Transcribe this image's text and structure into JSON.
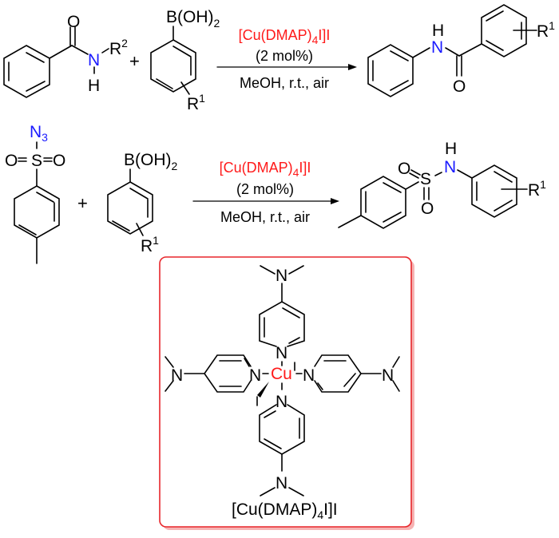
{
  "colors": {
    "heteroatom_n": "#1a1aff",
    "catalyst": "#ff1a1a",
    "box_border": "#e8262b",
    "bond": "#000000"
  },
  "reaction1": {
    "reactant1": {
      "carbonyl_o": "O",
      "n": "N",
      "h": "H",
      "r": "R",
      "r_sup": "2"
    },
    "plus": "+",
    "reactant2": {
      "boron": "B(OH)",
      "boron_sub": "2",
      "r": "R",
      "r_sup": "1"
    },
    "conditions": {
      "catalyst_pre": "[Cu(DMAP)",
      "catalyst_sub": "4",
      "catalyst_post": "I]I",
      "loading": "(2 mol%)",
      "solvent": "MeOH, r.t., air"
    },
    "product": {
      "h": "H",
      "n": "N",
      "o": "O",
      "r": "R",
      "r_sup": "1"
    }
  },
  "reaction2": {
    "reactant1": {
      "n3": "N",
      "n3_sub": "3",
      "o_left": "O",
      "s": "S",
      "o_right": "O"
    },
    "plus": "+",
    "reactant2": {
      "boron": "B(OH)",
      "boron_sub": "2",
      "r": "R",
      "r_sup": "1"
    },
    "conditions": {
      "catalyst_pre": "[Cu(DMAP)",
      "catalyst_sub": "4",
      "catalyst_post": "I]I",
      "loading": "(2 mol%)",
      "solvent": "MeOH,  r.t., air"
    },
    "product": {
      "o_top": "O",
      "s": "S",
      "o_bottom": "O",
      "h": "H",
      "n": "N",
      "r": "R",
      "r_sup": "1"
    }
  },
  "complex": {
    "metal": "Cu",
    "iodide": "I",
    "n": "N",
    "caption_pre": "[Cu(DMAP)",
    "caption_sub": "4",
    "caption_post": "I]I"
  }
}
